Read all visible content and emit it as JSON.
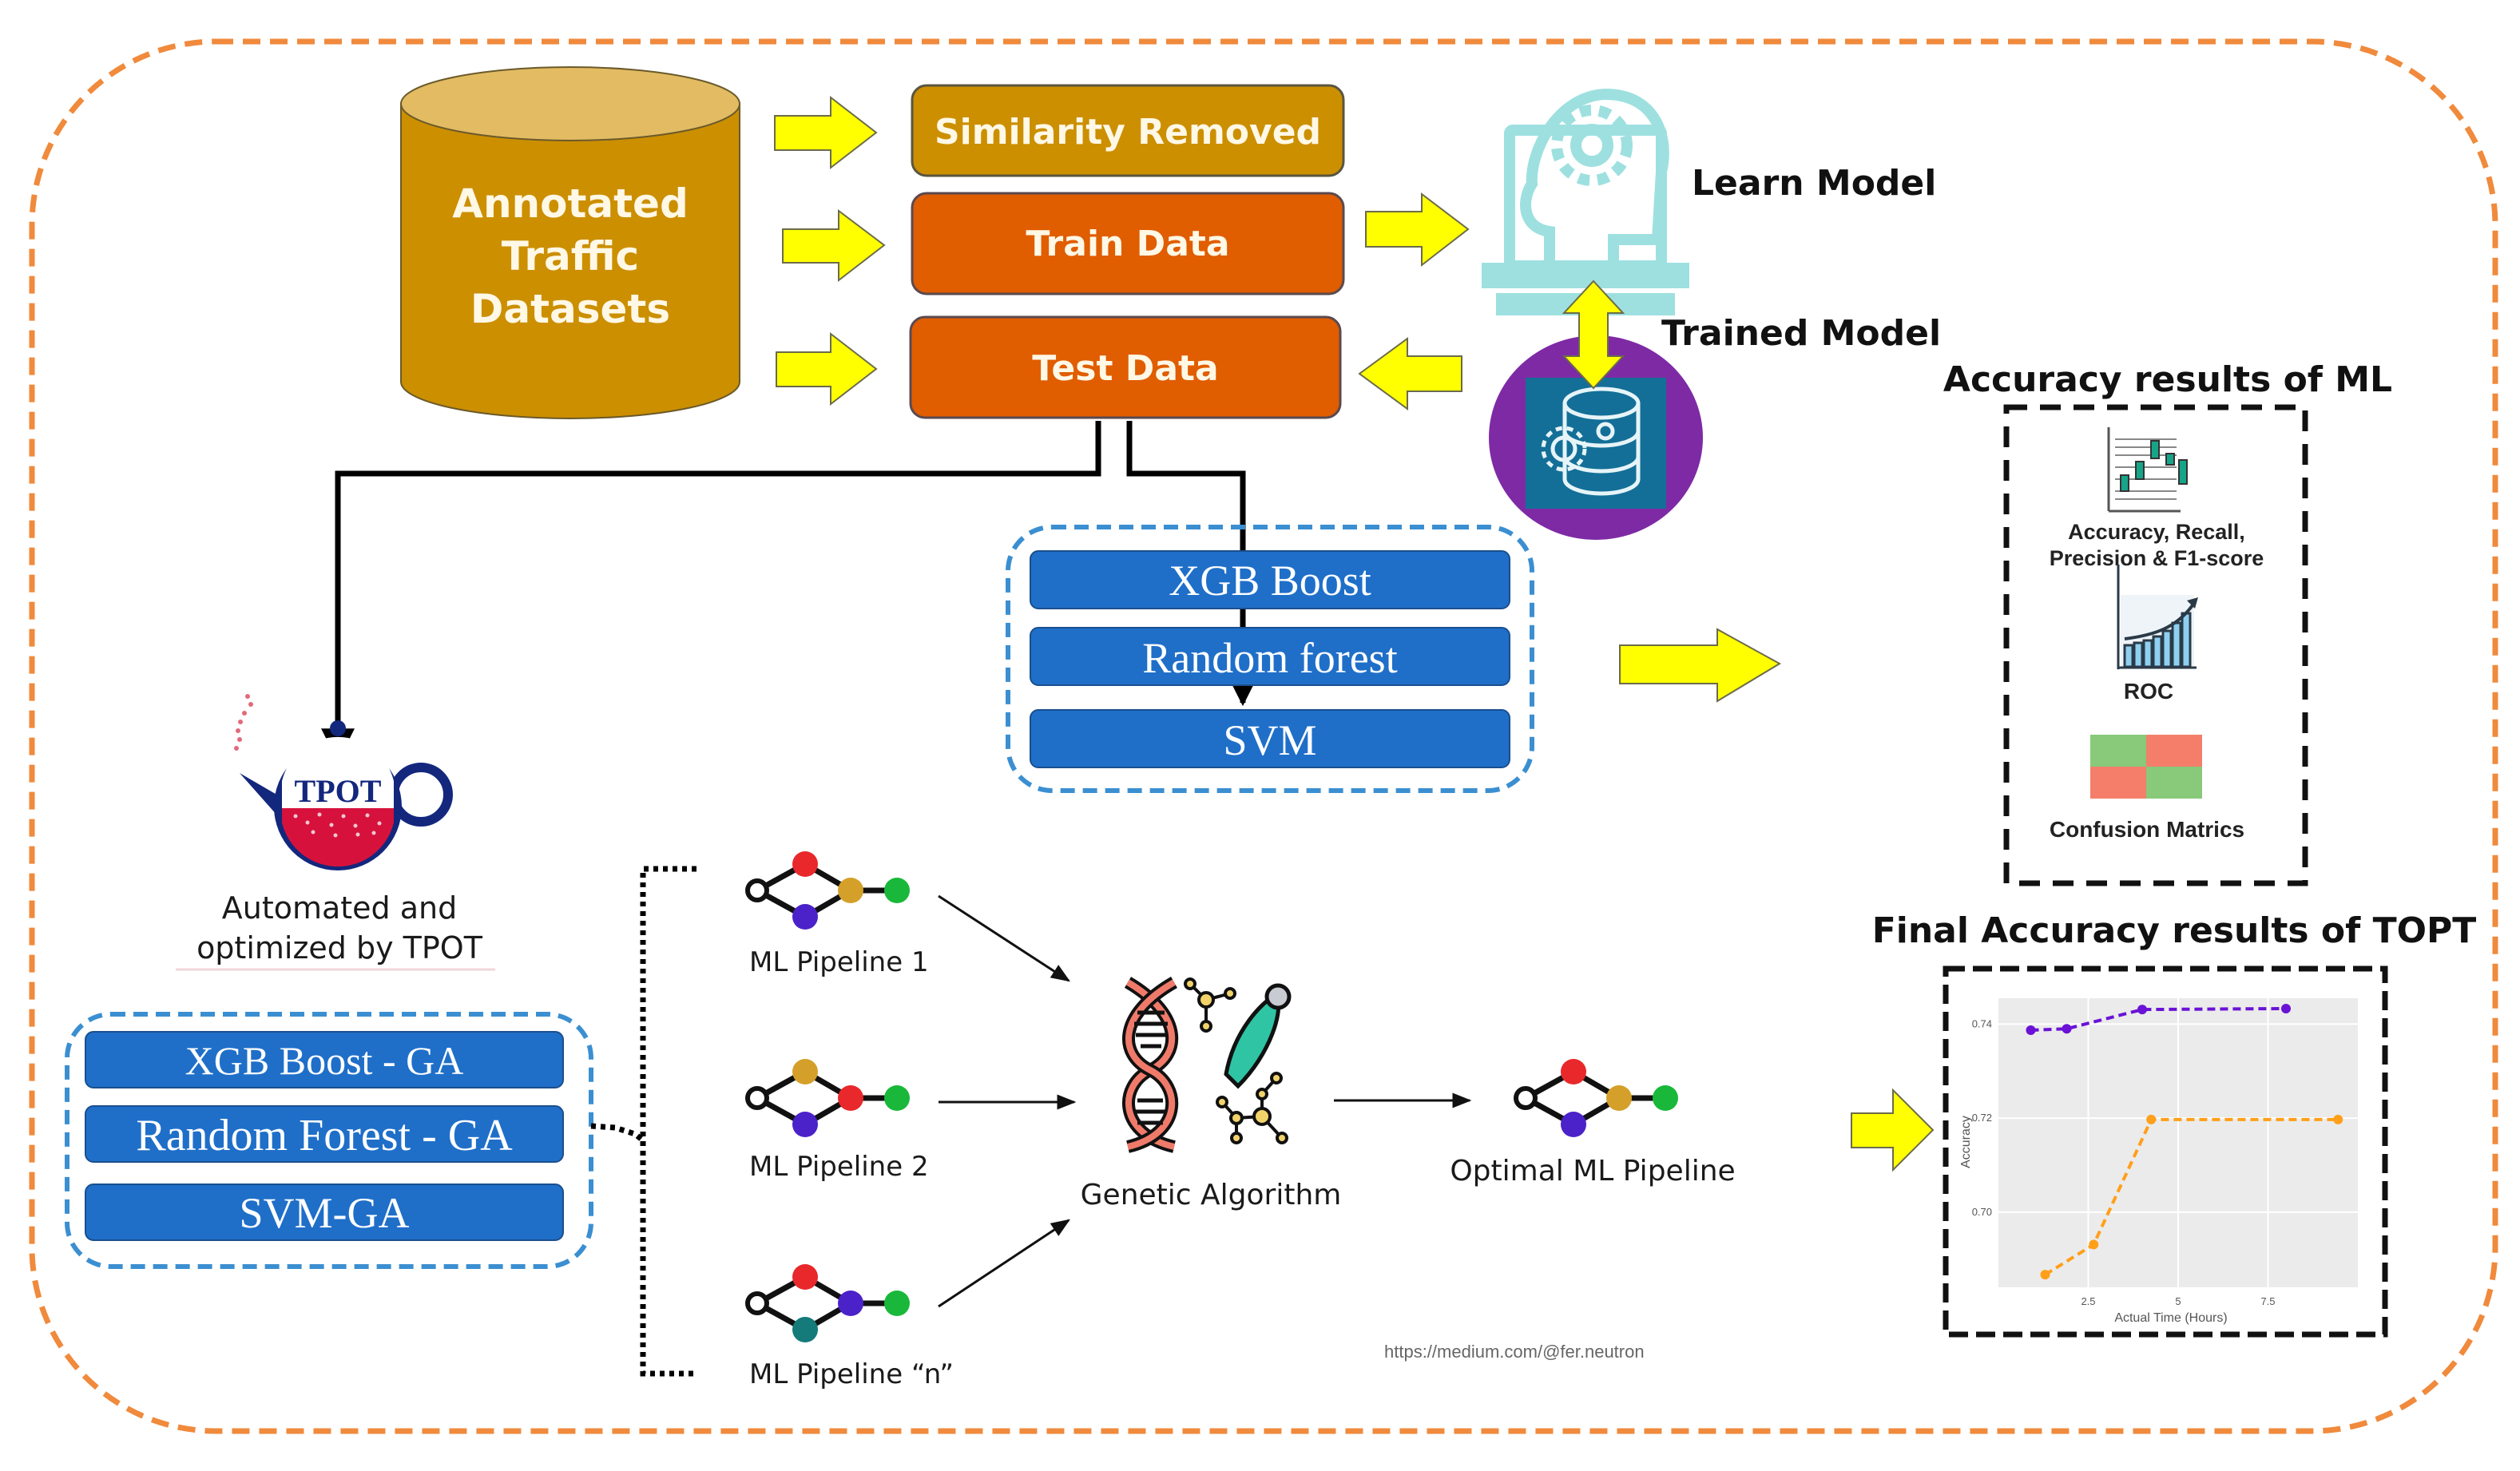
{
  "dataset": {
    "label_lines": [
      "Annotated",
      "Traffic",
      "Datasets"
    ]
  },
  "steps": {
    "similarity": "Similarity  Removed",
    "train": "Train  Data",
    "test": "Test  Data"
  },
  "model": {
    "learn_label": "Learn Model",
    "trained_label": "Trained Model"
  },
  "ml_models": {
    "items": [
      "XGB Boost",
      "Random forest",
      "SVM"
    ]
  },
  "tpot": {
    "logo_text": "TPOT",
    "caption_lines": [
      "Automated and",
      "optimized by TPOT"
    ]
  },
  "ga_models": {
    "items": [
      "XGB Boost - GA",
      "Random Forest - GA",
      "SVM-GA"
    ]
  },
  "pipelines": {
    "items": [
      "ML Pipeline 1",
      "ML Pipeline 2",
      "ML Pipeline “n”"
    ],
    "node_colors": [
      [
        "#e8282b",
        "#4b22c9",
        "#d4a02a",
        "#19b83a"
      ],
      [
        "#d4a02a",
        "#4b22c9",
        "#e8282b",
        "#19b83a"
      ],
      [
        "#e8282b",
        "#147a7a",
        "#4b22c9",
        "#19b83a"
      ]
    ],
    "genetic_label": "Genetic Algorithm",
    "optimal_label": "Optimal ML Pipeline",
    "optimal_colors": [
      "#e8282b",
      "#4b22c9",
      "#d4a02a",
      "#19b83a"
    ],
    "source_url": "https://medium.com/@fer.neutron"
  },
  "ml_results": {
    "title": "Accuracy results of ML",
    "metrics_label_lines": [
      "Accuracy, Recall,",
      "Precision & F1-score"
    ],
    "roc_label": "ROC",
    "confusion_label": "Confusion Matrics"
  },
  "tpot_results": {
    "title": "Final Accuracy results of TOPT"
  },
  "colors": {
    "outer_border": "#f08a3c",
    "cylinder": "#cc8f00",
    "cylinder_top": "#e2bb63",
    "similarity_box": "#cc8f00",
    "data_box": "#e05d00",
    "arrow": "#ffff00",
    "model_box": "#1f6fc9",
    "dashed_blue": "#3b8fd1",
    "learn_icon": "#9ee0e0",
    "trained_circle": "#7e2aa5",
    "trained_square": "#136f97"
  },
  "chart_data": {
    "type": "line",
    "title": "",
    "xlabel": "Actual Time (Hours)",
    "ylabel": "Accuracy",
    "xlim": [
      0.0,
      10.0
    ],
    "ylim": [
      0.684,
      0.7455
    ],
    "xticks": [
      2.5,
      5,
      7.5
    ],
    "xtick_labels": [
      "2.5",
      "5",
      "7.5"
    ],
    "yticks": [
      0.7,
      0.72,
      0.74
    ],
    "ytick_labels": [
      "0.70",
      "0.72",
      "0.74"
    ],
    "grid": true,
    "legend": "none",
    "series": [
      {
        "name": "purple-series",
        "color": "#6a12d6",
        "x": [
          0.9,
          1.9,
          4.0,
          8.0
        ],
        "y": [
          0.7387,
          0.739,
          0.7431,
          0.7433
        ]
      },
      {
        "name": "orange-series",
        "color": "#ff9f1a",
        "x": [
          1.3,
          2.65,
          4.25,
          9.45
        ],
        "y": [
          0.6867,
          0.6931,
          0.7197,
          0.7197
        ]
      }
    ]
  }
}
